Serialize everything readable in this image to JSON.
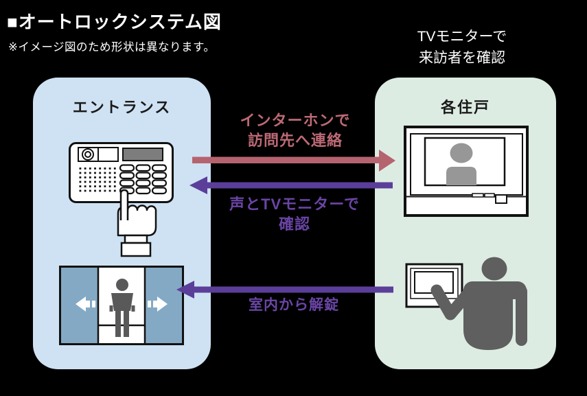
{
  "header": {
    "title": "■オートロックシステム図",
    "disclaimer": "※イメージ図のため形状は異なります。"
  },
  "tv_caption": {
    "line1": "TVモニターで",
    "line2": "来訪者を確認"
  },
  "entrance_panel": {
    "title": "エントランス"
  },
  "residence_panel": {
    "title": "各住戸"
  },
  "flows": {
    "call": {
      "direction": "right",
      "line1": "インターホンで",
      "line2": "訪問先へ連絡",
      "arrow_color": "#b5646f",
      "label_color": "#bd6a75"
    },
    "confirm": {
      "direction": "left",
      "line1": "声とTVモニターで",
      "line2": "確認",
      "arrow_color": "#5b3e99",
      "label_color": "#6a45a6"
    },
    "unlock": {
      "direction": "left",
      "label": "室内から解錠",
      "arrow_color": "#5b3e99",
      "label_color": "#6a45a6"
    }
  },
  "icons": {
    "entrance_device": "intercom-keypad-panel-icon",
    "entrance_hand": "hand-pressing-button-icon",
    "entrance_door": "sliding-door-with-person-icon",
    "residence_tv": "tv-monitor-with-visitor-icon",
    "residence_person": "resident-pressing-wall-monitor-icon"
  },
  "colors": {
    "background": "#000000",
    "entrance_panel_bg": "#cfe2f3",
    "residence_panel_bg": "#ddece3",
    "door_leaf": "#84a9c4",
    "silhouette_dark": "#595959",
    "silhouette_light": "#979797",
    "call_accent": "#b5646f",
    "reply_accent": "#5b3e99",
    "text_primary": "#ffffff",
    "panel_text": "#1a1a1a"
  }
}
